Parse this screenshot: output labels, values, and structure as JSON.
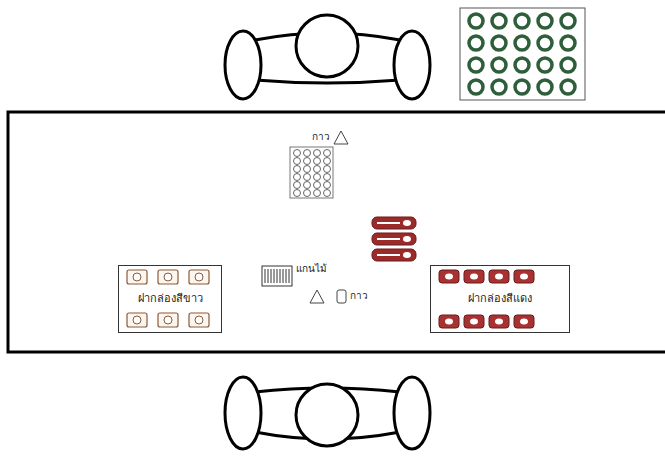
{
  "diagram": {
    "nodes": [
      {
        "text": [
          "ฝากล่องสีขาว"
        ]
      },
      {
        "text": [
          "ฝากล่องสีแดง"
        ]
      }
    ],
    "labels": [
      "กาว",
      "แกนไม้",
      "กาว"
    ]
  }
}
